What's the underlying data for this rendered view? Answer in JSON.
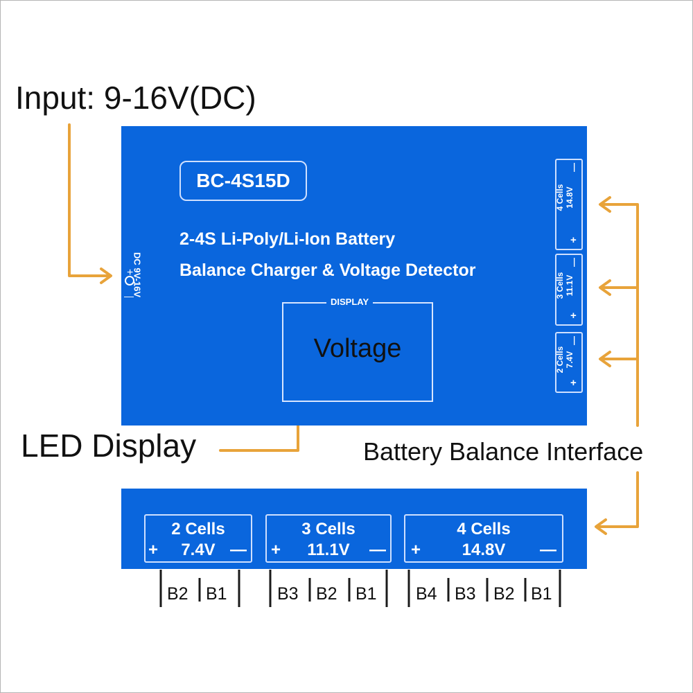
{
  "callouts": {
    "input": "Input: 9-16V(DC)",
    "led": "LED Display",
    "balance": "Battery Balance Interface"
  },
  "board": {
    "model": "BC-4S15D",
    "line1": "2-4S Li-Poly/Li-Ion Battery",
    "line2": "Balance Charger & Voltage Detector",
    "display_label": "DISPLAY",
    "display_value": "Voltage",
    "dc_jack": {
      "label": "DC 9V-16V",
      "plus": "+",
      "minus": "—"
    }
  },
  "side_ports": [
    {
      "cells": "4 Cells",
      "voltage": "14.8V",
      "plus": "+",
      "minus": "—"
    },
    {
      "cells": "3 Cells",
      "voltage": "11.1V",
      "plus": "+",
      "minus": "—"
    },
    {
      "cells": "2 Cells",
      "voltage": "7.4V",
      "plus": "+",
      "minus": "—"
    }
  ],
  "bottom_ports": [
    {
      "cells": "2 Cells",
      "voltage": "7.4V",
      "plus": "+",
      "minus": "—",
      "pins": [
        "B2",
        "B1"
      ]
    },
    {
      "cells": "3 Cells",
      "voltage": "11.1V",
      "plus": "+",
      "minus": "—",
      "pins": [
        "B3",
        "B2",
        "B1"
      ]
    },
    {
      "cells": "4 Cells",
      "voltage": "14.8V",
      "plus": "+",
      "minus": "—",
      "pins": [
        "B4",
        "B3",
        "B2",
        "B1"
      ]
    }
  ],
  "colors": {
    "board": "#0a66dd",
    "arrow": "#e8a33a",
    "text": "#111111",
    "silkscreen": "#ffffff"
  }
}
